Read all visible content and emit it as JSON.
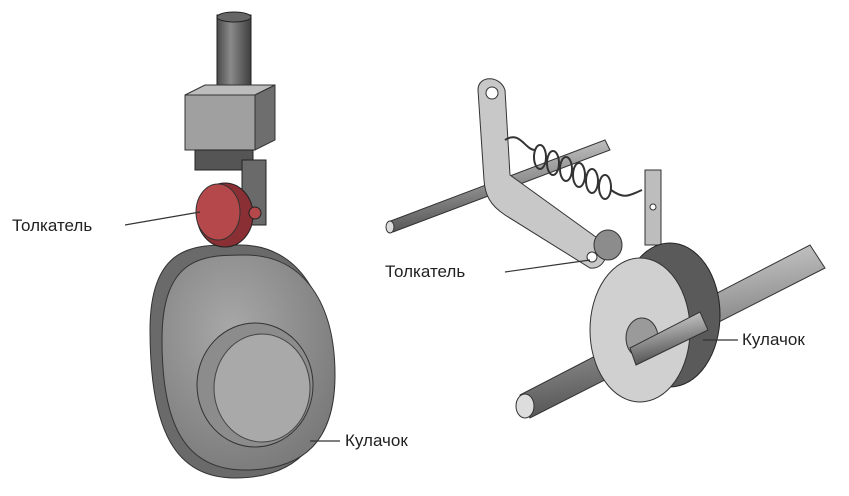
{
  "labels": {
    "left_follower": "Толкатель",
    "left_cam": "Кулачок",
    "right_follower": "Толкатель",
    "right_cam": "Кулачок"
  },
  "colors": {
    "metal_light": "#c8c8c8",
    "metal_mid": "#9a9a9a",
    "metal_dark": "#5e5e5e",
    "roller_red": "#b5484a"
  }
}
